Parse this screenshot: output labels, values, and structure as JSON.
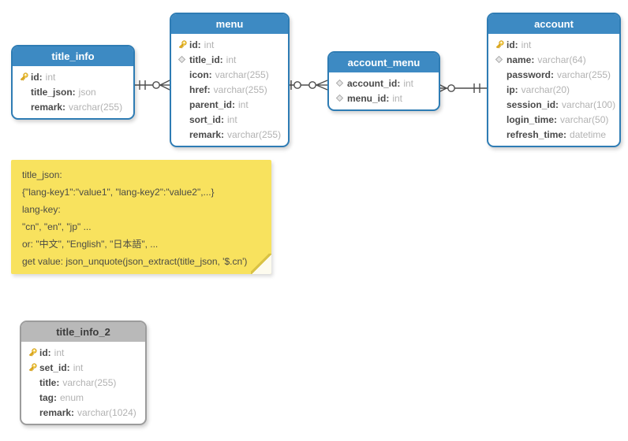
{
  "colors": {
    "header_blue": "#3d8ac3",
    "border_blue": "#2e7cb4",
    "header_gray": "#b9b9b9",
    "border_gray": "#9c9c9c",
    "header_text_blue": "#ffffff",
    "header_text_gray": "#3c3c3c",
    "field_name": "#4a4a4a",
    "field_type": "#b2b2b2",
    "note_bg": "#f8e25e",
    "note_text": "#4b4b45",
    "connector": "#4d4d4d",
    "key_icon_gold": "#f0bd2a",
    "diamond_icon_gray": "#e6e6e6"
  },
  "tables": [
    {
      "title": "title_info",
      "style": "blue",
      "fields": [
        {
          "icon": "key",
          "name": "id",
          "type": "int"
        },
        {
          "icon": "none",
          "name": "title_json",
          "type": "json"
        },
        {
          "icon": "none",
          "name": "remark",
          "type": "varchar(255)"
        }
      ]
    },
    {
      "title": "menu",
      "style": "blue",
      "fields": [
        {
          "icon": "key",
          "name": "id",
          "type": "int"
        },
        {
          "icon": "diamond",
          "name": "title_id",
          "type": "int"
        },
        {
          "icon": "none",
          "name": "icon",
          "type": "varchar(255)"
        },
        {
          "icon": "none",
          "name": "href",
          "type": "varchar(255)"
        },
        {
          "icon": "none",
          "name": "parent_id",
          "type": "int"
        },
        {
          "icon": "none",
          "name": "sort_id",
          "type": "int"
        },
        {
          "icon": "none",
          "name": "remark",
          "type": "varchar(255)"
        }
      ]
    },
    {
      "title": "account_menu",
      "style": "blue",
      "fields": [
        {
          "icon": "diamond",
          "name": "account_id",
          "type": "int"
        },
        {
          "icon": "diamond",
          "name": "menu_id",
          "type": "int"
        }
      ]
    },
    {
      "title": "account",
      "style": "blue",
      "fields": [
        {
          "icon": "key",
          "name": "id",
          "type": "int"
        },
        {
          "icon": "diamond",
          "name": "name",
          "type": "varchar(64)"
        },
        {
          "icon": "none",
          "name": "password",
          "type": "varchar(255)"
        },
        {
          "icon": "none",
          "name": "ip",
          "type": "varchar(20)"
        },
        {
          "icon": "none",
          "name": "session_id",
          "type": "varchar(100)"
        },
        {
          "icon": "none",
          "name": "login_time",
          "type": "varchar(50)"
        },
        {
          "icon": "none",
          "name": "refresh_time",
          "type": "datetime"
        }
      ]
    },
    {
      "title": "title_info_2",
      "style": "gray",
      "fields": [
        {
          "icon": "key",
          "name": "id",
          "type": "int"
        },
        {
          "icon": "key",
          "name": "set_id",
          "type": "int"
        },
        {
          "icon": "none",
          "name": "title",
          "type": "varchar(255)"
        },
        {
          "icon": "none",
          "name": "tag",
          "type": "enum"
        },
        {
          "icon": "none",
          "name": "remark",
          "type": "varchar(1024)"
        }
      ]
    }
  ],
  "note": {
    "lines": [
      "title_json:",
      "{\"lang-key1\":\"value1\", \"lang-key2\":\"value2\",...}",
      "lang-key:",
      "\"cn\", \"en\", \"jp\" ...",
      "or: \"中文\", \"English\", \"日本語\", ...",
      "get value: json_unquote(json_extract(title_json, '$.cn')"
    ]
  },
  "connectors": [
    {
      "name": "title_info_to_menu",
      "from": "title_info",
      "from_cardinality": "exactly-one",
      "to": "menu",
      "to_cardinality": "zero-or-many"
    },
    {
      "name": "menu_to_account_menu",
      "from": "menu",
      "from_cardinality": "zero-or-one",
      "to": "account_menu",
      "to_cardinality": "zero-or-many"
    },
    {
      "name": "account_menu_to_account",
      "from": "account_menu",
      "from_cardinality": "zero-or-many",
      "to": "account",
      "to_cardinality": "exactly-one"
    }
  ]
}
